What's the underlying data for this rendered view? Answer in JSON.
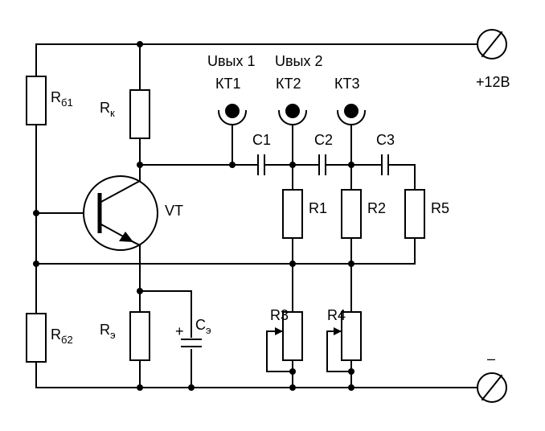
{
  "labels": {
    "rb1": {
      "main": "R",
      "sub": "б1"
    },
    "rb2": {
      "main": "R",
      "sub": "б2"
    },
    "rk": {
      "main": "R",
      "sub": "к"
    },
    "re": {
      "main": "R",
      "sub": "э"
    },
    "ce": {
      "main": "C",
      "sub": "э",
      "polarity": "+"
    },
    "vt": "VT",
    "c1": "C1",
    "c2": "C2",
    "c3": "C3",
    "r1": "R1",
    "r2": "R2",
    "r3": "R3",
    "r4": "R4",
    "r5": "R5",
    "kt1": "КТ1",
    "kt2": "КТ2",
    "kt3": "КТ3",
    "uout1": "Uвых 1",
    "uout2": "Uвых 2",
    "vplus": "+12В",
    "vminus": "–"
  }
}
